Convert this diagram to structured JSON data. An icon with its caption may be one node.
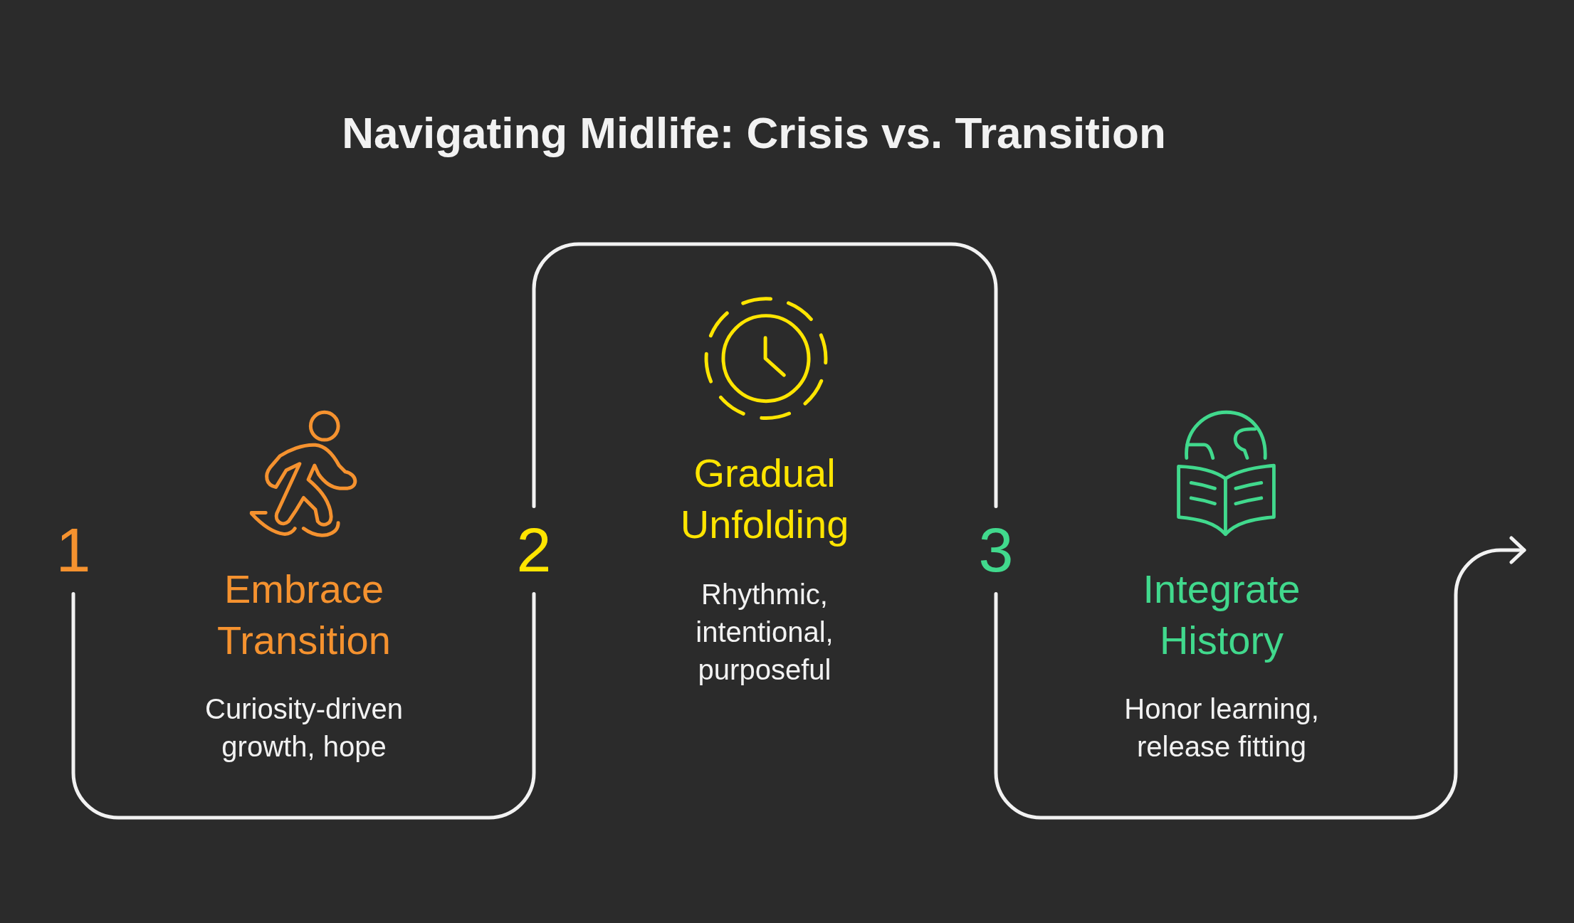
{
  "diagram": {
    "title": "Navigating Midlife: Crisis vs. Transition",
    "nodes": [
      {
        "text": [
          "1"
        ],
        "beside": [
          "Embrace Transition",
          "Curiosity-driven growth, hope"
        ]
      },
      {
        "text": [
          "2"
        ],
        "beside": [
          "Gradual Unfolding",
          "Rhythmic, intentional, purposeful"
        ]
      },
      {
        "text": [
          "3"
        ],
        "beside": [
          "Integrate History",
          "Honor learning, release fitting"
        ]
      }
    ],
    "edges": [
      {
        "from": 0,
        "to": 1,
        "arrow": "none"
      },
      {
        "from": 1,
        "to": 2,
        "arrow": "none"
      },
      {
        "from": 2,
        "to": null,
        "arrow": "to"
      }
    ]
  }
}
